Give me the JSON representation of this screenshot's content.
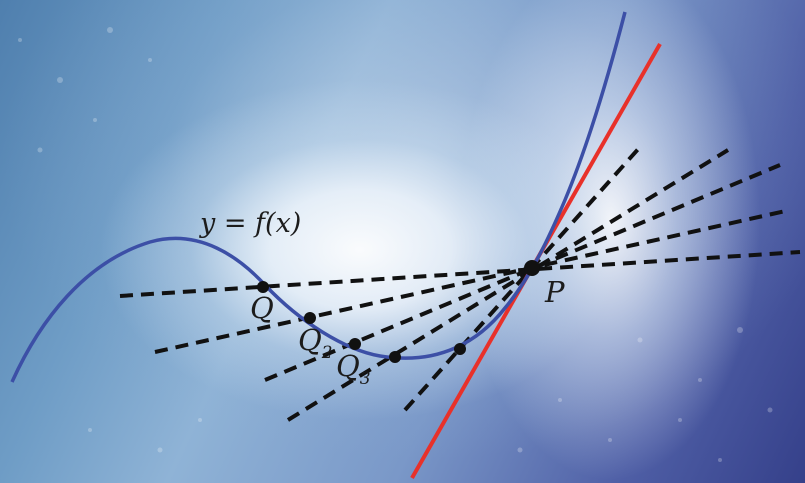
{
  "labels": {
    "function": "y = f(x)",
    "point_p": "P",
    "point_q": "Q",
    "point_q2_base": "Q",
    "point_q2_sub": "2",
    "point_q3_base": "Q",
    "point_q3_sub": "3"
  },
  "colors": {
    "curve": "#3c4fa6",
    "tangent": "#e8312a",
    "secants": "#111111",
    "points": "#111111"
  }
}
